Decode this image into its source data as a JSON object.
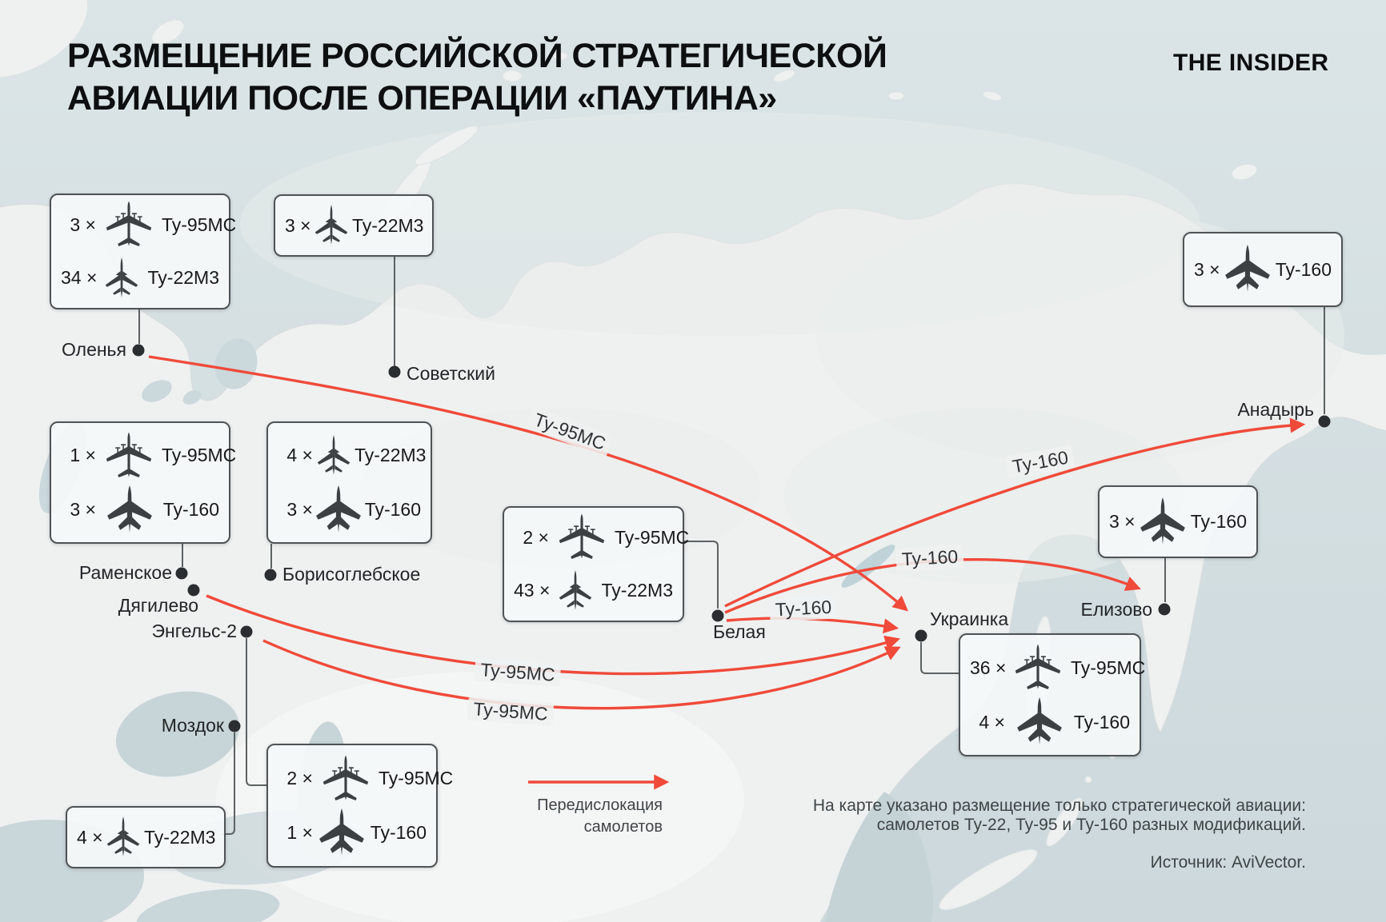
{
  "header": {
    "title_line1": "РАЗМЕЩЕНИЕ РОССИЙСКОЙ СТРАТЕГИЧЕСКОЙ",
    "title_line2": "АВИАЦИИ ПОСЛЕ ОПЕРАЦИИ «ПАУТИНА»",
    "logo": "THE INSIDER"
  },
  "legend": {
    "line1": "Передислокация",
    "line2": "самолетов"
  },
  "footnote": {
    "line1": "На карте указано размещение только стратегической авиации:",
    "line2": "самолетов Ту-22, Ту-95 и Ту-160 разных модификаций.",
    "source": "Источник: AviVector."
  },
  "colors": {
    "arrow_red": "#f04a3a",
    "sea": "#d2dee1",
    "land": "#eff1f1",
    "box_border": "#4e5355",
    "box_background": "#f4f7f8",
    "dot": "#2b2e30"
  },
  "aircraft_types": {
    "tu95": "Ту-95МС",
    "tu22": "Ту-22М3",
    "tu160": "Ту-160"
  },
  "bases": [
    {
      "name": "Оленья",
      "fleet": [
        {
          "count": "3 ×",
          "type": "Ту-95МС"
        },
        {
          "count": "34 ×",
          "type": "Ту-22М3"
        }
      ]
    },
    {
      "name": "Советский",
      "fleet": [
        {
          "count": "3 ×",
          "type": "Ту-22М3"
        }
      ]
    },
    {
      "name": "Раменское",
      "fleet": [
        {
          "count": "1 ×",
          "type": "Ту-95МС"
        },
        {
          "count": "3 ×",
          "type": "Ту-160"
        }
      ]
    },
    {
      "name": "Борисоглебское",
      "fleet": [
        {
          "count": "4 ×",
          "type": "Ту-22М3"
        },
        {
          "count": "3 ×",
          "type": "Ту-160"
        }
      ]
    },
    {
      "name": "Дягилево",
      "fleet": []
    },
    {
      "name": "Энгельс-2",
      "fleet": [
        {
          "count": "2 ×",
          "type": "Ту-95МС"
        },
        {
          "count": "1 ×",
          "type": "Ту-160"
        }
      ]
    },
    {
      "name": "Моздок",
      "fleet": [
        {
          "count": "4 ×",
          "type": "Ту-22М3"
        }
      ]
    },
    {
      "name": "Белая",
      "fleet": [
        {
          "count": "2 ×",
          "type": "Ту-95МС"
        },
        {
          "count": "43 ×",
          "type": "Ту-22М3"
        }
      ]
    },
    {
      "name": "Украинка",
      "fleet": [
        {
          "count": "36 ×",
          "type": "Ту-95МС"
        },
        {
          "count": "4 ×",
          "type": "Ту-160"
        }
      ]
    },
    {
      "name": "Елизово",
      "fleet": [
        {
          "count": "3 ×",
          "type": "Ту-160"
        }
      ]
    },
    {
      "name": "Анадырь",
      "fleet": [
        {
          "count": "3 ×",
          "type": "Ту-160"
        }
      ]
    }
  ],
  "relocations": [
    {
      "from": "Оленья",
      "to": "Украинка",
      "label": "Ту-95МС"
    },
    {
      "from": "Белая",
      "to": "Анадырь",
      "label": "Ту-160"
    },
    {
      "from": "Белая",
      "to": "Елизово",
      "label": "Ту-160"
    },
    {
      "from": "Белая",
      "to": "Украинка",
      "label": "Ту-160"
    },
    {
      "from": "Дягилево",
      "to": "Украинка",
      "label": "Ту-95МС"
    },
    {
      "from": "Энгельс-2",
      "to": "Украинка",
      "label": "Ту-95МС"
    }
  ]
}
